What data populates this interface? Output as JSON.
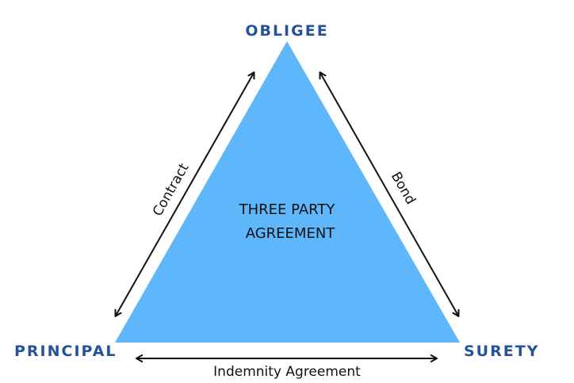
{
  "parties": {
    "top": "OBLIGEE",
    "left": "PRINCIPAL",
    "right": "SURETY"
  },
  "center": {
    "line1": "THREE PARTY",
    "line2": "AGREEMENT"
  },
  "relationships": {
    "left_side": "Contract",
    "right_side": "Bond",
    "bottom": "Indemnity Agreement"
  },
  "colors": {
    "triangle_fill": "#5eb6fb",
    "party_text": "#24539a",
    "arrow": "#111111",
    "text": "#111111"
  }
}
